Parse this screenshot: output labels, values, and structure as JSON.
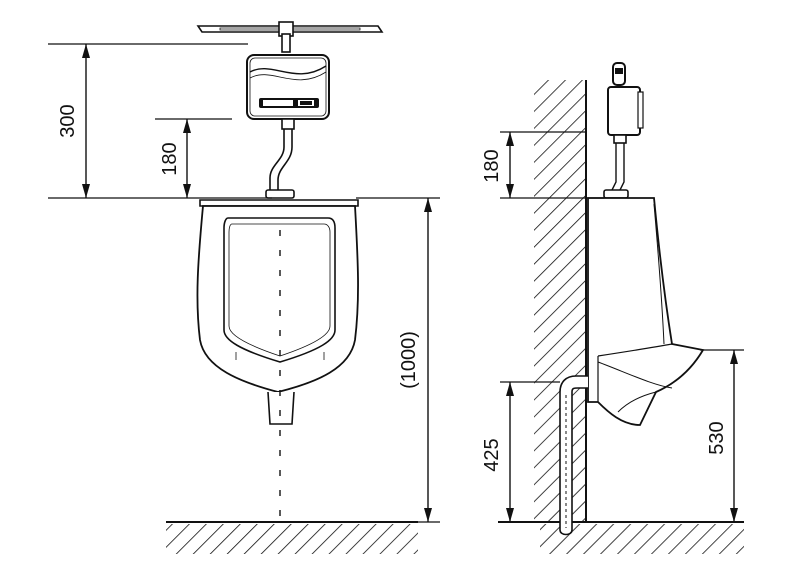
{
  "dimensions": {
    "front_total_height": "300",
    "front_pipe_height": "180",
    "front_urinal_height": "(1000)",
    "side_pipe_height": "180",
    "side_drain_height": "425",
    "side_lip_height": "530"
  }
}
